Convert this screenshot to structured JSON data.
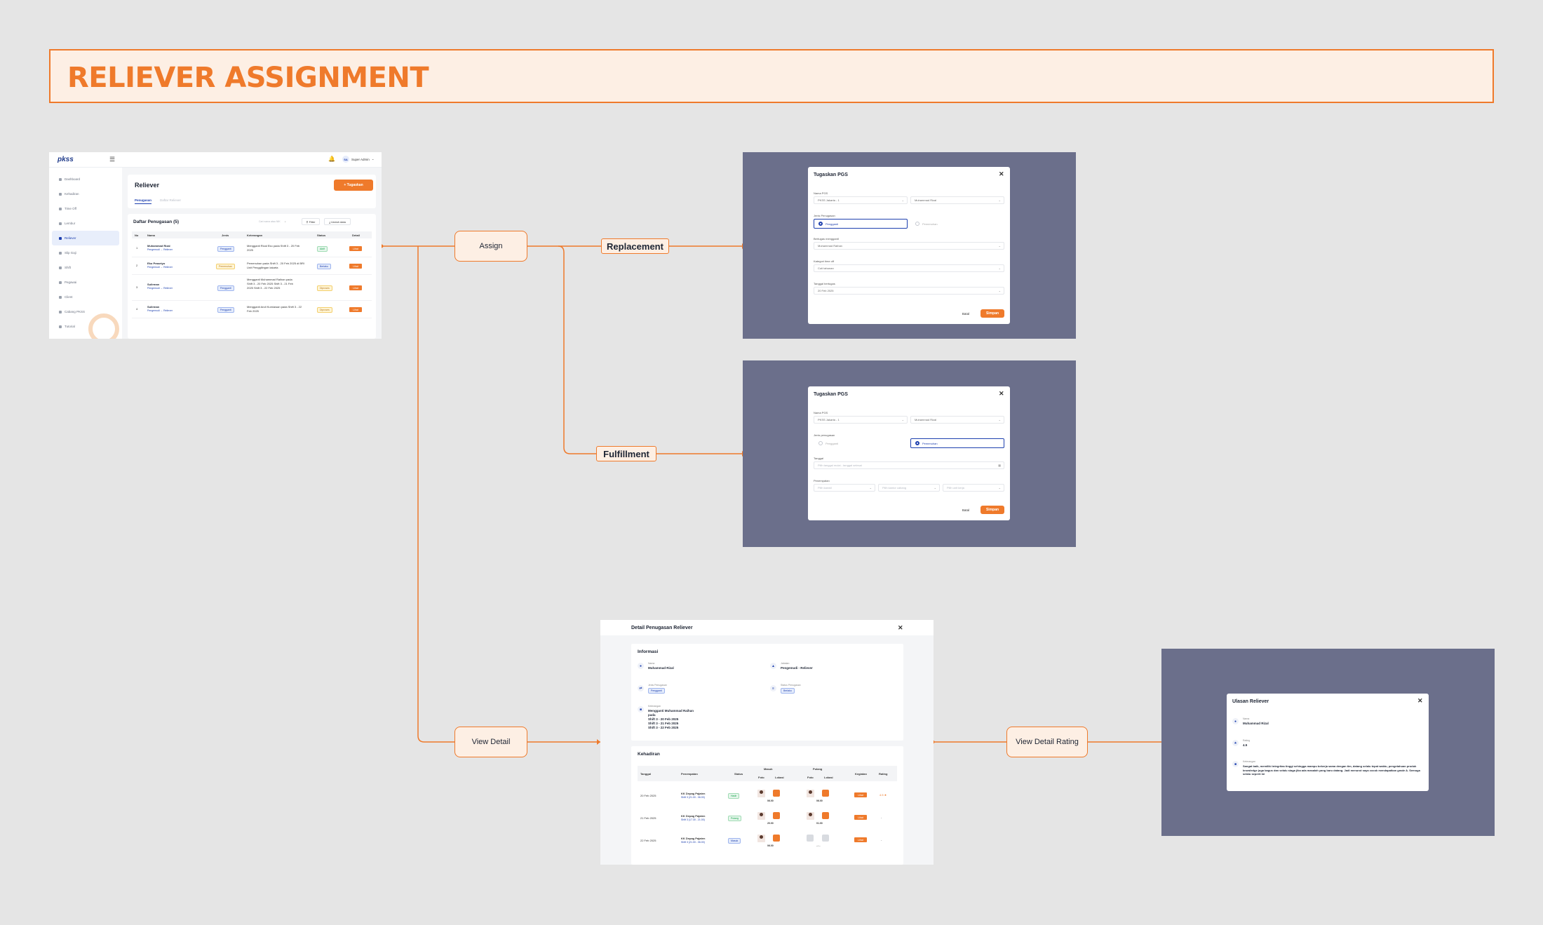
{
  "banner": {
    "title": "RELIEVER ASSIGNMENT"
  },
  "flow": {
    "assign": "Assign",
    "replacement": "Replacement",
    "fulfillment": "Fulfillment",
    "view_detail": "View Detail",
    "view_detail_rating": "View Detail Rating"
  },
  "app": {
    "logo": "pkss",
    "user": {
      "initials": "SA",
      "name": "Super Admin"
    },
    "sidebar": [
      "Dashboard",
      "Kehadiran",
      "Time Off",
      "Lembur",
      "Reliever",
      "Slip Gaji",
      "Shift",
      "Pegawai",
      "Client",
      "Cabang PKSS",
      "Tutorial"
    ],
    "page_title": "Reliever",
    "assign_button": "+ Tugaskan",
    "tabs": [
      "Penugasan",
      "Daftar Reliever"
    ],
    "list_title": "Daftar Penugasan (5)",
    "search_placeholder": "Cari nama atau NIK",
    "filter": "Filter",
    "download": "Unduh data",
    "columns": [
      "No",
      "Nama",
      "Jenis",
      "Keterangan",
      "Status",
      "Detail"
    ],
    "rows": [
      {
        "no": "1",
        "name": "Muhammad Rizal",
        "sub": "Pengemudi → Reliever",
        "jenis": "Pengganti",
        "ket": "Mengganti Rizal Eko pada Shift 3 - 20 Feb 2025",
        "status": "Aktif",
        "status_type": "green",
        "detail": "Lihat"
      },
      {
        "no": "2",
        "name": "Eko Prasetyo",
        "sub": "Pengemudi → Reliever",
        "jenis": "Pemenuhan",
        "ket": "Pemenuhan pada Shift 3 - 20 Feb 2025 di BRI Unit Penggilingan lakarta",
        "status": "Berlaku",
        "status_type": "blue",
        "detail": "Lihat"
      },
      {
        "no": "3",
        "name": "Sulirman",
        "sub": "Pengemudi → Reliever",
        "jenis": "Pengganti",
        "ket": "Mengganti Muhammad Raihan pada Shift 3 - 20 Feb 2025 Shift 3 - 21 Feb 2025 Shift 3 - 22 Feb 2025",
        "status": "Diproses",
        "status_type": "yellow",
        "detail": "Lihat"
      },
      {
        "no": "4",
        "name": "Sulirman",
        "sub": "Pengemudi → Reliever",
        "jenis": "Pengganti",
        "ket": "Mengganti Andi Kurniawan pada Shift 3 - 22 Feb 2025",
        "status": "Diproses",
        "status_type": "yellow",
        "detail": "Lihat"
      }
    ]
  },
  "modal_replacement": {
    "title": "Tugaskan PGS",
    "nama_pgs_label": "Nama PGS",
    "pgs_select": "PKSS Jakarta - 1",
    "pgs_person": "Muhammad Rizal",
    "jenis_label": "Jenis Penugasan",
    "opt_pengganti": "Pengganti",
    "opt_pemenuhan": "Pemenuhan",
    "bertugas_label": "Bertugas menggantI",
    "bertugas_value": "Muhammad Raihan",
    "kategori_label": "Kategori time off",
    "kategori_value": "Cuti tahunan",
    "tanggal_label": "Tanggal bertugas",
    "tanggal_value": "20 Feb 2025",
    "cancel": "Batal",
    "save": "Simpan"
  },
  "modal_fulfillment": {
    "title": "Tugaskan PGS",
    "nama_pgs_label": "Nama PGS",
    "pgs_select": "PKSS Jakarta - 1",
    "pgs_person": "Muhammad Rizal",
    "jenis_label": "Jenis penugasan",
    "opt_pengganti": "Pengganti",
    "opt_pemenuhan": "Pemenuhan",
    "tanggal_label": "Tanggal",
    "tanggal_placeholder": "Pilih tanggal mulai - tanggal selesai",
    "penempatan_label": "Penempatan",
    "p1": "Pilih kanwil",
    "p2": "Pilih kantor cabang",
    "p3": "Pilih unit kerja",
    "cancel": "Batal",
    "save": "Simpan"
  },
  "detail": {
    "title": "Detail Penugasan Reliever",
    "info_title": "Informasi",
    "nama_label": "Nama",
    "nama": "Muhammad Rizal",
    "jabatan_label": "Jabatan",
    "jabatan": "Pengemudi - Reliever",
    "jenis_label": "Jenis Penugasan",
    "jenis": "Pengganti",
    "status_label": "Status Penugasan",
    "status": "Berlaku",
    "ket_label": "Keterangan",
    "ket_lines": [
      "Mengganti Muhammad Raihan",
      "pada",
      "Shift 3 - 20 Feb 2025",
      "Shift 3 - 21 Feb 2025",
      "Shift 3 - 22 Feb 2025"
    ],
    "att_title": "Kehadiran",
    "cols": [
      "Tanggal",
      "Penempatan",
      "Status",
      "Masuk",
      "Pulang",
      "Kegiatan",
      "Rating"
    ],
    "subcols": [
      "Foto",
      "Lokasi",
      "Foto",
      "Lokasi"
    ],
    "rows": [
      {
        "date": "20 Feb 2025",
        "place": "KK Depag Pajaten",
        "shift": "Shift 3 (21.00 - 06.00)",
        "status": "Hadir",
        "status_type": "green",
        "in_time": "06.00",
        "out_time": "06.00",
        "kegiatan": "Lihat",
        "rating": "4.5 ★"
      },
      {
        "date": "21 Feb 2025",
        "place": "KK Depag Pajaten",
        "shift": "Shift 3 (17.30 - 21.00)",
        "status": "Pulang",
        "status_type": "green",
        "in_time": "20.00",
        "out_time": "01.00",
        "kegiatan": "Lihat",
        "rating": "-"
      },
      {
        "date": "22 Feb 2025",
        "place": "KK Depag Pajaten",
        "shift": "Shift 3 (21.00 - 06.00)",
        "status": "Masuk",
        "status_type": "blue",
        "in_time": "06.00",
        "out_time": "--:--",
        "kegiatan": "Lihat",
        "rating": "-"
      }
    ]
  },
  "rating": {
    "title": "Ulasan Reliever",
    "nama_label": "Nama",
    "nama": "Muhammad Rizal",
    "rating_label": "Rating",
    "rating": "4.5",
    "ket_label": "Keterangan",
    "ket": "Sangat baik, memiliki integritas tinggi sehingga mampu bekerja sama dengan tim, datang selalu tepat waktu, pengetahuan produk knowledge juga bagus dan selalu siaga jika ada masalah yang baru datang. Jadi menurut saya cocok mendapatkan grade A. Semoga selalu seperti ini"
  }
}
